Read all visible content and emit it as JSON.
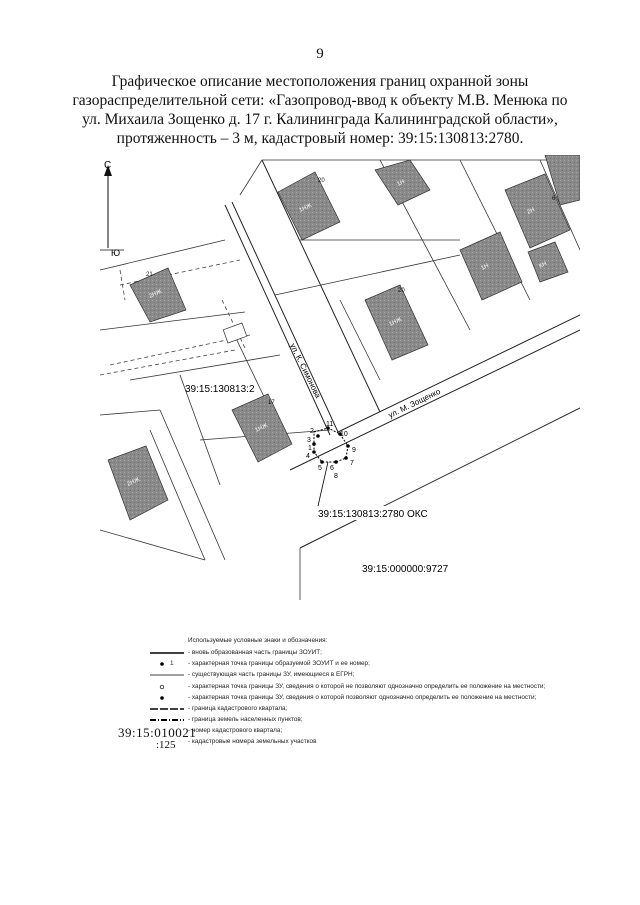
{
  "page_number": "9",
  "title": {
    "line1": "Графическое описание местоположения границ охранной зоны",
    "line2": "газораспределительной сети: «Газопровод-ввод к объекту М.В. Менюка по",
    "line3": "ул. Михаила Зощенко д. 17 г. Калининграда Калининградской области»,",
    "line4": "протяженность – 3 м, кадастровый номер: 39:15:130813:2780."
  },
  "compass": {
    "north": "С",
    "south": "Ю"
  },
  "streets": {
    "simonova": "ул. К. Симонова",
    "zoshchenko": "ул. М. Зощенко"
  },
  "cadastral_labels": {
    "quarter": "39:15:130813:2",
    "object": "39:15:130813:2780 ОКС",
    "land": "39:15:000000:9727"
  },
  "buildings": {
    "b1": "1НЖ",
    "b2": "1НЖ",
    "b3": "2НЖ",
    "b4": "1НЖ",
    "b5": "1Н",
    "b6": "2НЖ",
    "b7": "1Н",
    "b8": "2Н",
    "b9": "КН"
  },
  "house_numbers": [
    "20",
    "20",
    "21",
    "17",
    "6"
  ],
  "boundary_points": [
    "1",
    "2",
    "3",
    "4",
    "5",
    "6",
    "7",
    "8",
    "9",
    "10",
    "11"
  ],
  "legend": {
    "heading": "Используемые условные знаки и обозначения:",
    "items": [
      {
        "symbol_text": "",
        "label": "- вновь образованная часть границы ЗОУИТ;"
      },
      {
        "symbol_text": "1",
        "label": "- характерная точка границы образуемой ЗОУИТ и ее номер;"
      },
      {
        "symbol_text": "",
        "label": "- существующая часть границы ЗУ, имеющиеся в ЕГРН;"
      },
      {
        "symbol_text": "",
        "label": "- характерная точка границы ЗУ, сведения о которой не позволяют однозначно определить ее положение на местности;"
      },
      {
        "symbol_text": "",
        "label": "- характерная точка границы ЗУ, сведения о которой позволяют однозначно определить ее положение на местности;"
      },
      {
        "symbol_text": "",
        "label": "- граница кадастрового квартала;"
      },
      {
        "symbol_text": "",
        "label": "- граница земель населенных пунктов;"
      },
      {
        "symbol_text": "",
        "label": "- номер кадастрового квартала;"
      },
      {
        "symbol_text": "",
        "label": "- кадастровые номера земельных участков"
      }
    ]
  },
  "legend_samples": {
    "quarter_number": "39:15:010021",
    "parcel_number": ":125"
  }
}
